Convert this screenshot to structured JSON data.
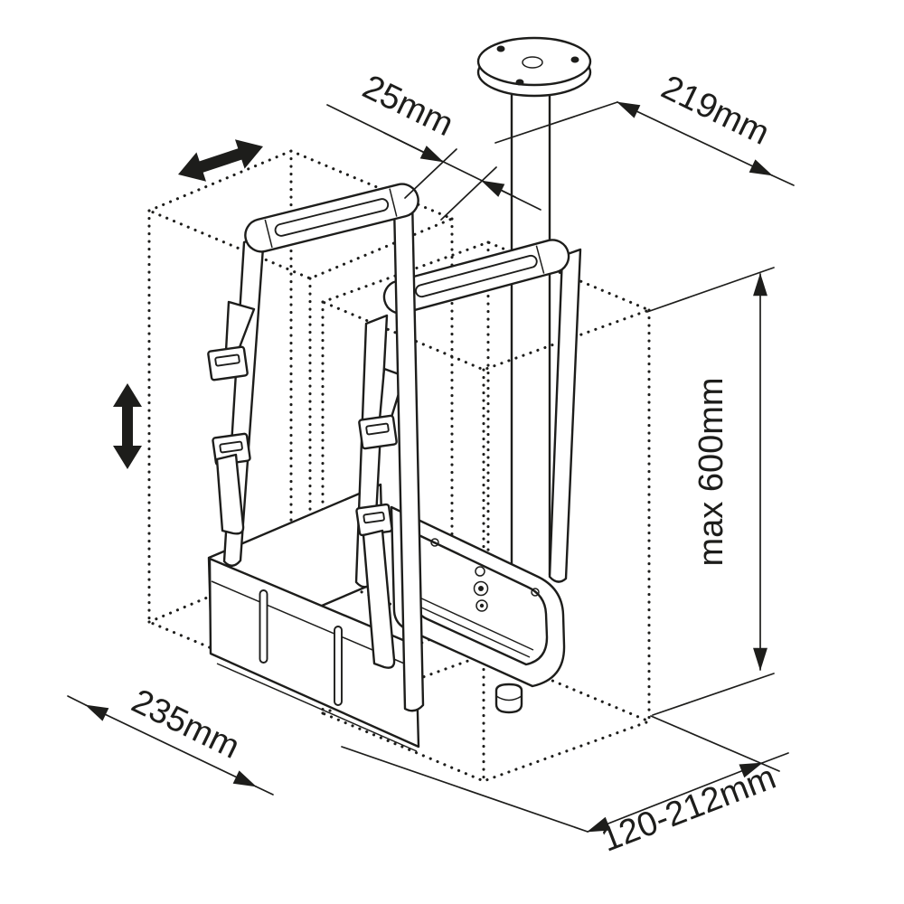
{
  "diagram": {
    "background_color": "#ffffff",
    "line_color": "#1d1d1b",
    "labels": {
      "strap_width": "25mm",
      "top_depth": "219mm",
      "max_drop": "max 600mm",
      "base_depth": "235mm",
      "width_range": "120-212mm"
    }
  }
}
